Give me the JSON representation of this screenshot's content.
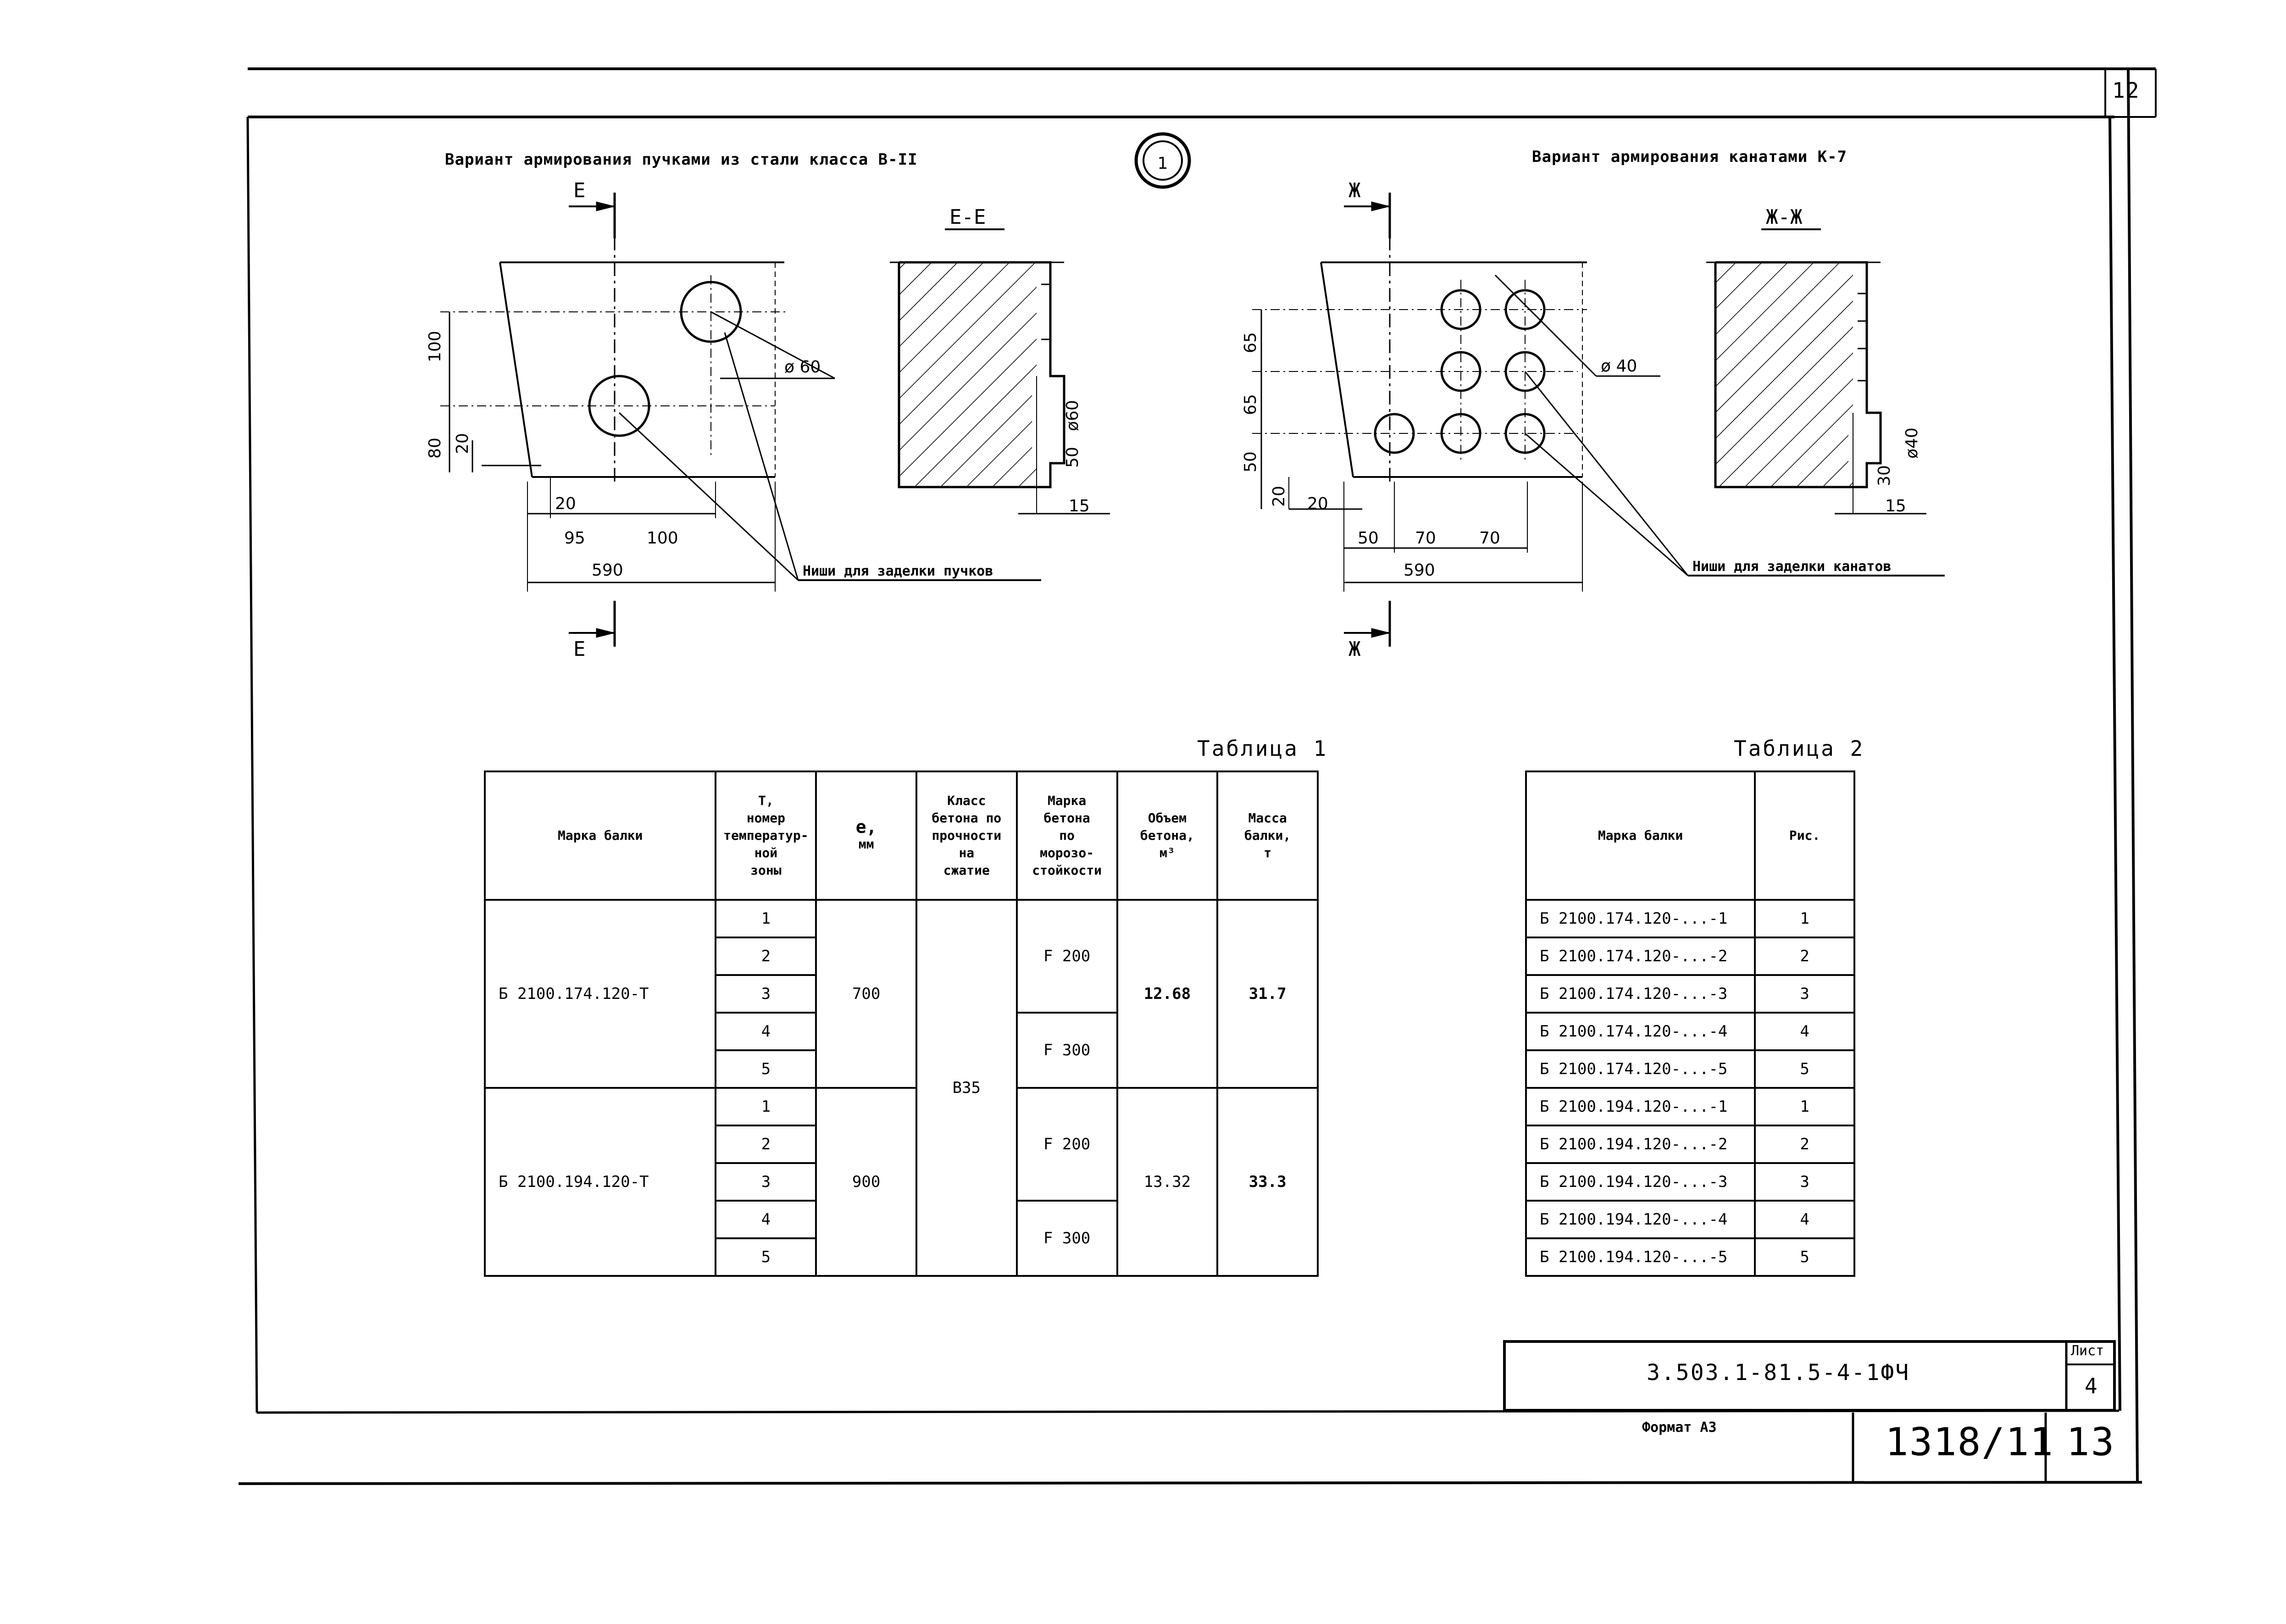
{
  "sheet": {
    "top_number": "12",
    "code": "3.503.1-81.5-4-1ФЧ",
    "sheet_label": "Лист",
    "sheet_no": "4",
    "format": "Формат А3",
    "archive_no": "1318/11",
    "page_no": "13"
  },
  "drawing": {
    "marker": "1",
    "left_title": "Вариант армирования пучками из стали класса В-II",
    "right_title": "Вариант армирования канатами К-7",
    "left": {
      "section_mark": "Е",
      "section_title": "Е-Е",
      "dims": {
        "d100": "100",
        "d80": "80",
        "d20v": "20",
        "d20h": "20",
        "d95": "95",
        "d100h": "100",
        "d590": "590",
        "dia": "ø 60",
        "niche_dia": "ø60",
        "niche_depth": "50",
        "d15": "15"
      },
      "leader": "Ниши для заделки пучков"
    },
    "right": {
      "section_mark": "Ж",
      "section_title": "Ж-Ж",
      "dims": {
        "d65a": "65",
        "d65b": "65",
        "d50v": "50",
        "d20v": "20",
        "d20h": "20",
        "d50h": "50",
        "d70a": "70",
        "d70b": "70",
        "d590": "590",
        "dia": "ø 40",
        "niche_dia": "ø40",
        "niche_depth": "30",
        "d15": "15"
      },
      "leader": "Ниши для заделки канатов"
    }
  },
  "table1": {
    "title": "Таблица 1",
    "headers": {
      "mark": "Марка балки",
      "zone": [
        "Т,",
        "номер",
        "температур-",
        "ной",
        "зоны"
      ],
      "e": [
        "е,",
        "мм"
      ],
      "cls": [
        "Класс",
        "бетона по",
        "прочности",
        "на",
        "сжатие"
      ],
      "frost": [
        "Марка",
        "бетона",
        "по",
        "морозо-",
        "стойкости"
      ],
      "vol": [
        "Объем",
        "бетона,",
        "м³"
      ],
      "mass": [
        "Масса",
        "балки,",
        "т"
      ]
    },
    "groups": [
      {
        "mark": "Б 2100.174.120-Т",
        "zones": [
          "1",
          "2",
          "3",
          "4",
          "5"
        ],
        "e": "700",
        "frost_a": "F 200",
        "frost_b": "F 300",
        "vol": "12.68",
        "mass": "31.7"
      },
      {
        "mark": "Б 2100.194.120-Т",
        "zones": [
          "1",
          "2",
          "3",
          "4",
          "5"
        ],
        "e": "900",
        "frost_a": "F 200",
        "frost_b": "F 300",
        "vol": "13.32",
        "mass": "33.3"
      }
    ],
    "concrete_class": "В35"
  },
  "table2": {
    "title": "Таблица 2",
    "headers": {
      "mark": "Марка балки",
      "fig": "Рис."
    },
    "rows": [
      {
        "mark": "Б 2100.174.120-...-1",
        "fig": "1"
      },
      {
        "mark": "Б 2100.174.120-...-2",
        "fig": "2"
      },
      {
        "mark": "Б 2100.174.120-...-3",
        "fig": "3"
      },
      {
        "mark": "Б 2100.174.120-...-4",
        "fig": "4"
      },
      {
        "mark": "Б 2100.174.120-...-5",
        "fig": "5"
      },
      {
        "mark": "Б 2100.194.120-...-1",
        "fig": "1"
      },
      {
        "mark": "Б 2100.194.120-...-2",
        "fig": "2"
      },
      {
        "mark": "Б 2100.194.120-...-3",
        "fig": "3"
      },
      {
        "mark": "Б 2100.194.120-...-4",
        "fig": "4"
      },
      {
        "mark": "Б 2100.194.120-...-5",
        "fig": "5"
      }
    ]
  }
}
